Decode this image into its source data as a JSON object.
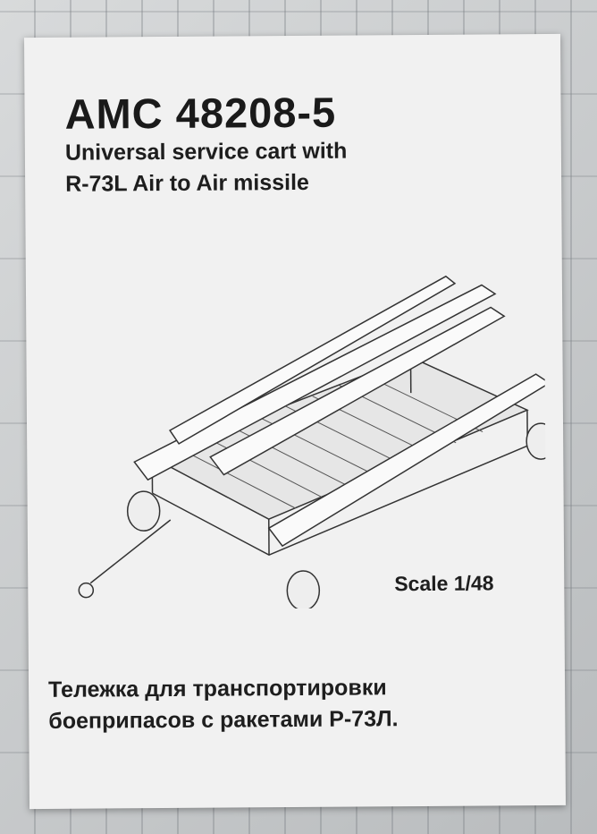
{
  "card": {
    "title": "AMC 48208-5",
    "subtitle_line1": "Universal service cart with",
    "subtitle_line2": "R-73L Air to Air missile",
    "scale": "Scale 1/48",
    "russian_line1": "Тележка для транспортировки",
    "russian_line2": "боеприпасов с ракетами Р-73Л."
  }
}
